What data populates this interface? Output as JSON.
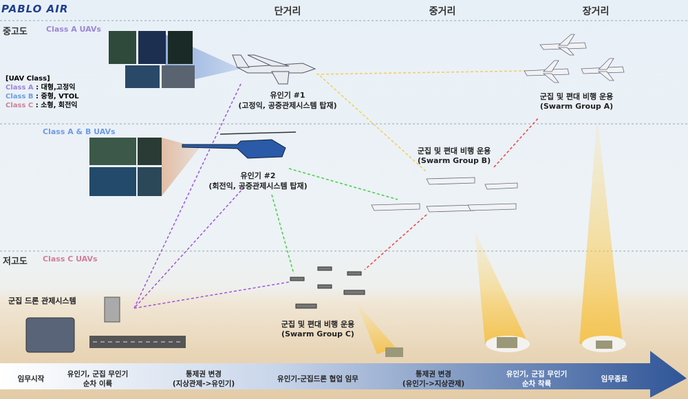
{
  "logo": "PABLO AIR",
  "headers": {
    "short": "단거리",
    "mid": "중거리",
    "long": "장거리"
  },
  "altitudes": {
    "mid": "중고도",
    "low": "저고도"
  },
  "class_labels": {
    "a": "Class A UAVs",
    "ab": "Class A & B UAVs",
    "c": "Class C UAVs"
  },
  "legend": {
    "title": "[UAV Class]",
    "a_name": "Class A",
    "a_desc": " : 대형,고정익",
    "b_name": "Class B",
    "b_desc": " : 중형, VTOL",
    "c_name": "Class C",
    "c_desc": " : 소형, 회전익"
  },
  "manned1": {
    "title": "유인기 #1",
    "desc": "(고정익, 공중관제시스템 탑재)"
  },
  "manned2": {
    "title": "유인기 #2",
    "desc": "(회전익, 공중관제시스템 탑재)"
  },
  "swarm_a": {
    "title": "군집 및 편대 비행 운용",
    "group": "(Swarm Group A)"
  },
  "swarm_b": {
    "title": "군집 및 편대 비행 운용",
    "group": "(Swarm Group B)"
  },
  "swarm_c": {
    "title": "군집 및 편대 비행 운용",
    "group": "(Swarm Group C)"
  },
  "ground_station": "군집 드론 관제시스템",
  "timeline": [
    {
      "l1": "임무시작",
      "l2": ""
    },
    {
      "l1": "유인기, 군집 무인기",
      "l2": "순차 이륙"
    },
    {
      "l1": "통제권 변경",
      "l2": "(지상관제->유인기)"
    },
    {
      "l1": "유인기-군집드론 협업 임무",
      "l2": ""
    },
    {
      "l1": "통제권 변경",
      "l2": "(유인기->지상관제)"
    },
    {
      "l1": "유인기, 군집 무인기",
      "l2": "순차 착륙"
    },
    {
      "l1": "임무종료",
      "l2": ""
    }
  ],
  "colors": {
    "class_a": "#9b86d6",
    "class_b": "#6d9be6",
    "class_c": "#cf7f9a",
    "timeline": "#2f5597"
  }
}
